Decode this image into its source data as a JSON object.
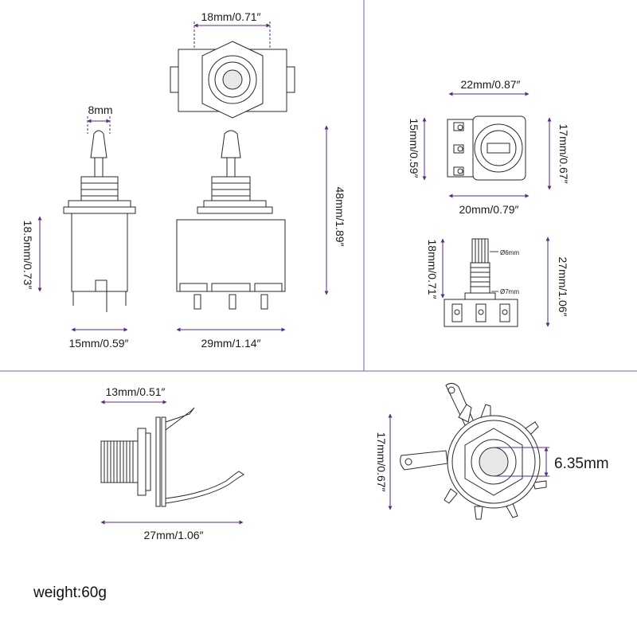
{
  "toggle_switch": {
    "top_view_width": "18mm/0.71″",
    "lever_width": "8mm",
    "side_body_height": "18.5mm/0.73″",
    "side_body_width": "15mm/0.59″",
    "overall_height": "48mm/1.89″",
    "front_body_width": "29mm/1.14″"
  },
  "potentiometer": {
    "width_top": "22mm/0.87″",
    "height_left": "15mm/0.59″",
    "height_right": "17mm/0.67″",
    "width_bottom": "20mm/0.79″",
    "shaft_diameter": "Ø6mm",
    "thread_diameter": "Ø7mm",
    "shaft_height": "18mm/0.71″",
    "total_height": "27mm/1.06″"
  },
  "jack": {
    "thread_length": "13mm/0.51″",
    "total_length": "27mm/1.06″",
    "front_height": "17mm/0.67″",
    "plug_size": "6.35mm"
  },
  "weight": "weight:60g",
  "colors": {
    "dimension_line": "#5a2d82",
    "outline": "#2a2a2a",
    "divider": "#6a6aa8"
  }
}
